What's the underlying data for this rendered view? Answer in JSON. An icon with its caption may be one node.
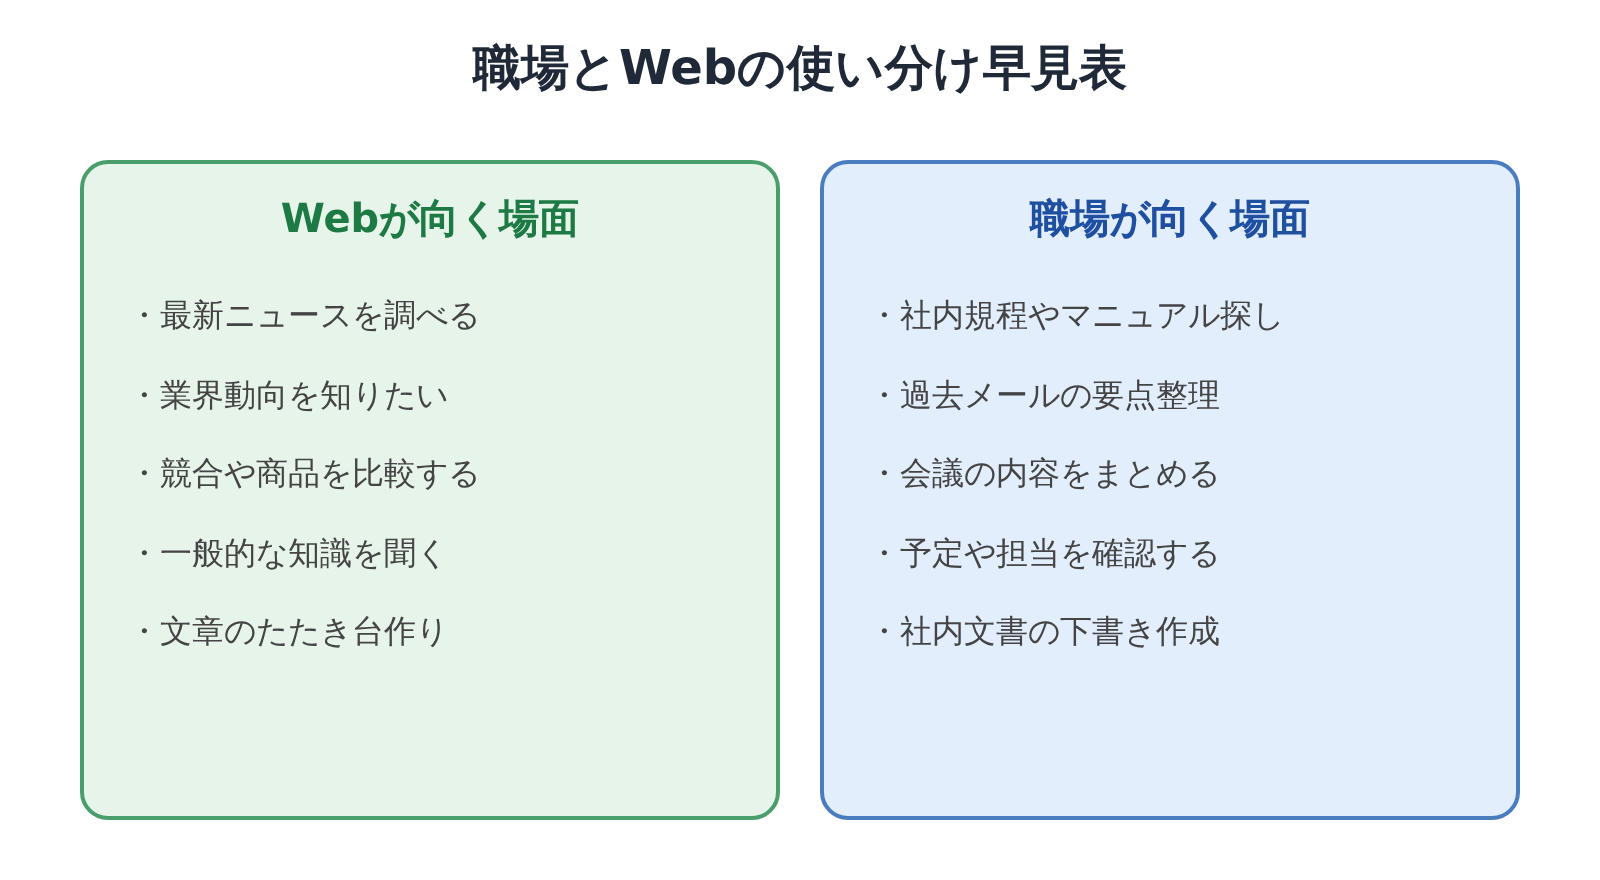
{
  "diagram": {
    "title": "職場とWebの使い分け早見表",
    "nodes": [
      {
        "text": [
          "Webが向く場面",
          "・最新ニュースを調べる",
          "・業界動向を知りたい",
          "・競合や商品を比較する",
          "・一般的な知識を聞く",
          "・文章のたたき台作り"
        ]
      },
      {
        "text": [
          "職場が向く場面",
          "・社内規程やマニュアル探し",
          "・過去メールの要点整理",
          "・会議の内容をまとめる",
          "・予定や担当を確認する",
          "・社内文書の下書き作成"
        ]
      }
    ]
  }
}
